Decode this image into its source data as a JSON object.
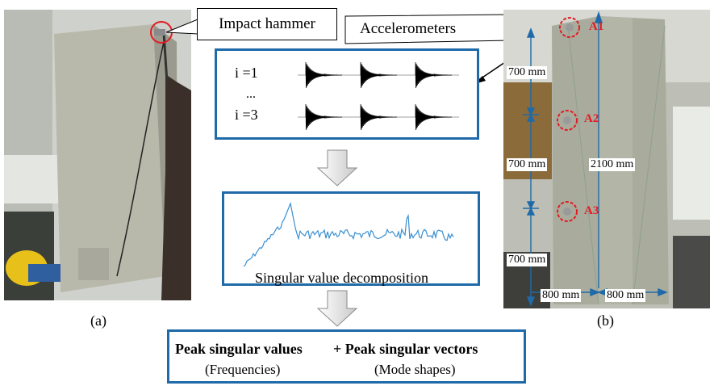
{
  "labels": {
    "impact_hammer": "Impact hammer",
    "accelerometers": "Accelerometers",
    "caption_a": "(a)",
    "caption_b": "(b)"
  },
  "signals_panel": {
    "row1": "i =1",
    "dots": "...",
    "row3": "i =3"
  },
  "svd_panel": {
    "label": "Singular value decomposition"
  },
  "result_panel": {
    "left_title": "Peak singular values",
    "right_title": "+ Peak singular vectors",
    "left_sub": "(Frequencies)",
    "right_sub": "(Mode shapes)"
  },
  "photo_b": {
    "sensors": [
      "A1",
      "A2",
      "A3"
    ],
    "dims": {
      "v1": "700 mm",
      "v2": "700 mm",
      "v3": "700 mm",
      "total": "2100 mm",
      "w1": "800 mm",
      "w2": "800 mm"
    }
  },
  "colors": {
    "panel_border": "#1f6aa8",
    "sensor_circle": "#e31b23",
    "dimension_line": "#1f6aa8",
    "spectrum_line": "#3a8fd0"
  }
}
